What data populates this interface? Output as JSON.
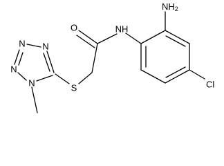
{
  "atom_labels": {
    "nh2_N": "NH",
    "nh2_sub": "2",
    "amide_O": "O",
    "amide_NH": "NH",
    "chloro": "Cl",
    "thioether_S": "S",
    "tz_N1": "N",
    "tz_N2": "N",
    "tz_N3": "N",
    "tz_N4": "N"
  },
  "colors": {
    "bond": "#000000",
    "label": "#000000",
    "background": "#ffffff"
  }
}
